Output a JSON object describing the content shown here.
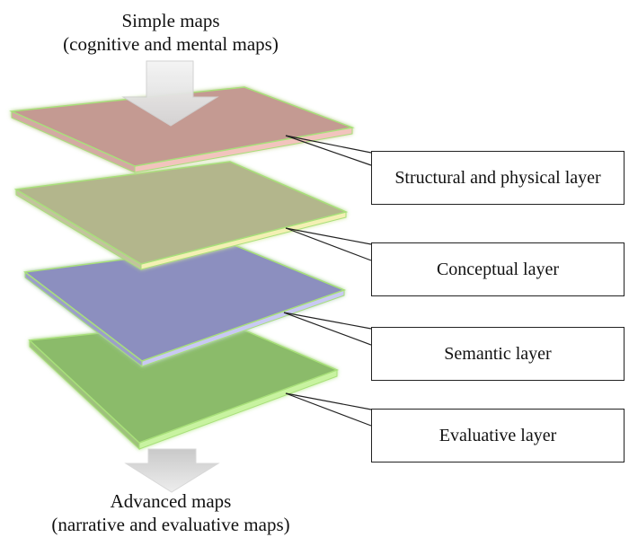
{
  "top_caption": {
    "line1": "Simple maps",
    "line2": "(cognitive and mental maps)"
  },
  "bottom_caption": {
    "line1": "Advanced maps",
    "line2": "(narrative and evaluative maps)"
  },
  "layers": [
    {
      "label": "Structural and physical layer",
      "top_color": "#c49a92",
      "edge_color": "#f2c4bd"
    },
    {
      "label": "Conceptual layer",
      "top_color": "#b3b68c",
      "edge_color": "#f3f0b3"
    },
    {
      "label": "Semantic layer",
      "top_color": "#8c8fbf",
      "edge_color": "#c9c9f3"
    },
    {
      "label": "Evaluative layer",
      "top_color": "#8bbb6a",
      "edge_color": "#c8f3a0"
    }
  ],
  "arrow_color": "#e3e3e3",
  "glow_color": "#a8e07a"
}
